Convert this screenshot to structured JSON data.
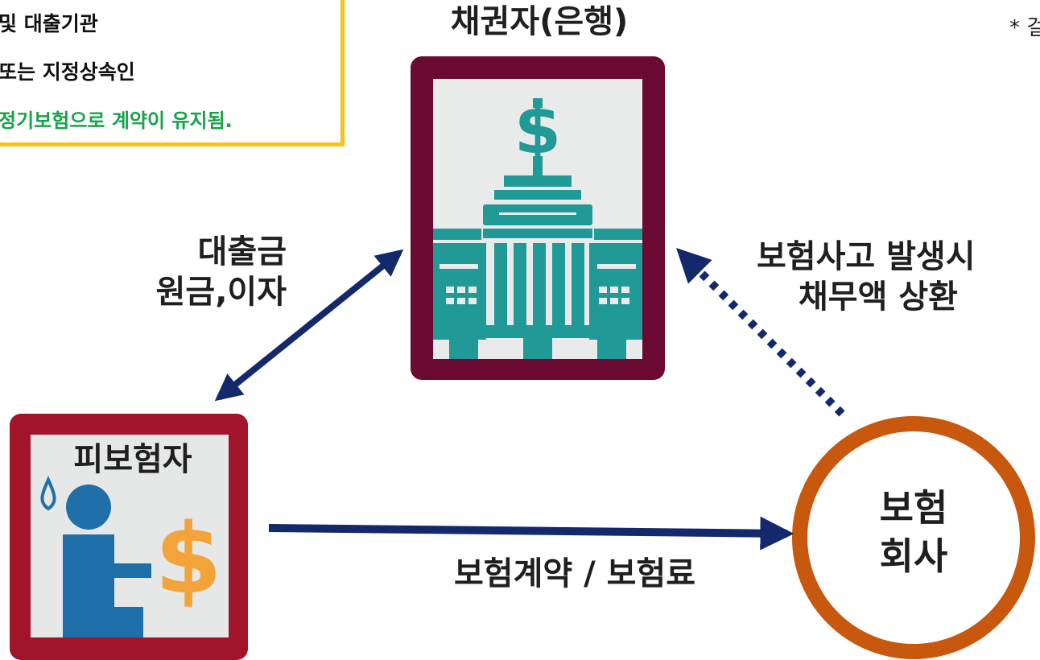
{
  "note": {
    "line1": "및 대출기관",
    "line2": "또는 지정상속인",
    "line3": "정기보험으로 계약이 유지됨."
  },
  "corner_note": "* 걸",
  "creditor": {
    "title": "채권자(은행)"
  },
  "insured": {
    "title": "피보험자"
  },
  "insurer": {
    "line1": "보험",
    "line2": "회사"
  },
  "flows": {
    "loan_line1": "대출금",
    "loan_line2": "원금,이자",
    "claim_line1": "보험사고 발생시",
    "claim_line2": "채무액 상환",
    "contract": "보험계약 / 보험료"
  },
  "colors": {
    "bank_frame": "#6a0a32",
    "insured_frame": "#a2142a",
    "insurer_ring": "#c8580e",
    "arrow": "#14296b",
    "note_border": "#f6c21a",
    "note_green": "#16a34a",
    "bank_icon": "#1f9a96",
    "person_icon": "#1f6fa8",
    "dollar_icon": "#f2a43a"
  }
}
